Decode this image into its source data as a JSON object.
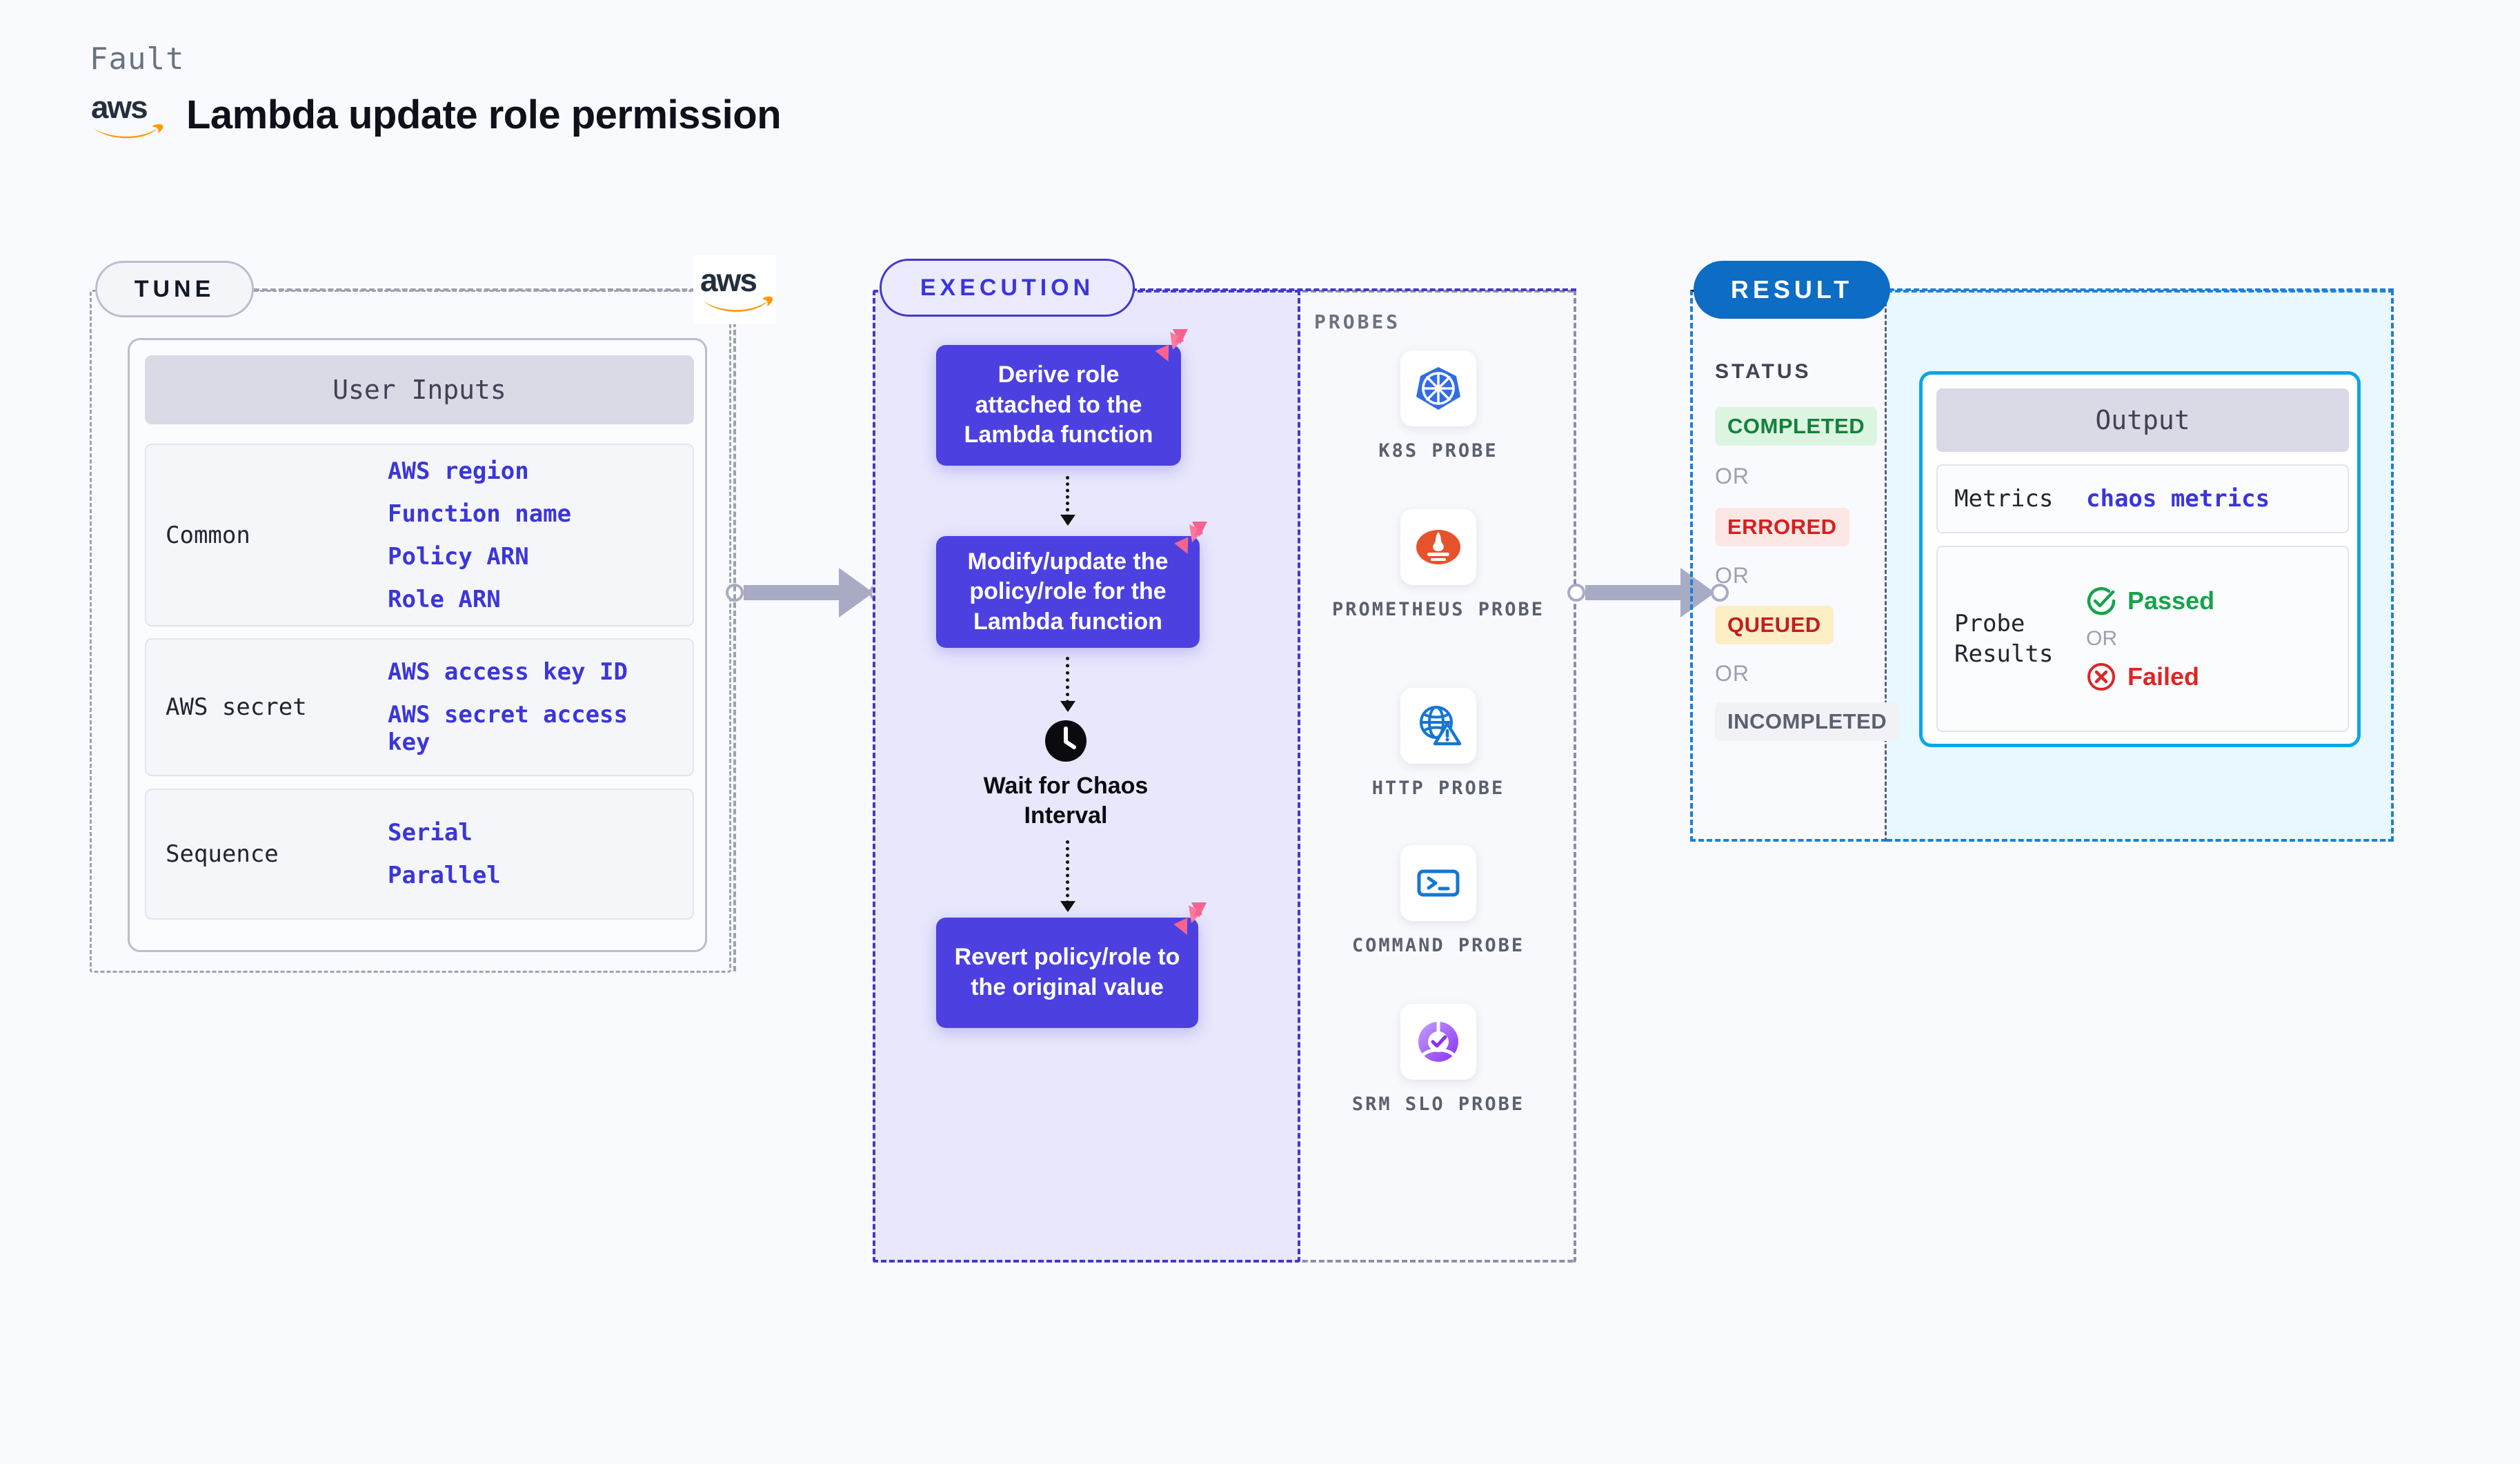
{
  "header": {
    "kicker": "Fault",
    "title": "Lambda update role permission",
    "logo_alt": "aws-logo",
    "aws_wordmark": "aws"
  },
  "tune": {
    "badge": "TUNE",
    "aws_wordmark": "aws",
    "card_title": "User Inputs",
    "groups": [
      {
        "label": "Common",
        "values": [
          "AWS region",
          "Function name",
          "Policy ARN",
          "Role ARN"
        ]
      },
      {
        "label": "AWS secret",
        "values": [
          "AWS access key ID",
          "AWS secret access key"
        ]
      },
      {
        "label": "Sequence",
        "values": [
          "Serial",
          "Parallel"
        ]
      }
    ]
  },
  "execution": {
    "badge": "EXECUTION",
    "steps": [
      {
        "text": "Derive role attached to the Lambda function",
        "icon": "litmus-chaos-icon"
      },
      {
        "text": "Modify/update the policy/role for the Lambda function",
        "icon": "litmus-chaos-icon"
      },
      {
        "text": "Revert policy/role to the original value",
        "icon": "litmus-chaos-icon"
      }
    ],
    "wait": {
      "icon": "clock-icon",
      "label": "Wait for Chaos Interval"
    }
  },
  "probes": {
    "title": "PROBES",
    "items": [
      {
        "name": "K8S PROBE",
        "icon": "kubernetes-icon"
      },
      {
        "name": "PROMETHEUS PROBE",
        "icon": "prometheus-icon"
      },
      {
        "name": "HTTP PROBE",
        "icon": "http-globe-warning-icon"
      },
      {
        "name": "COMMAND PROBE",
        "icon": "terminal-icon"
      },
      {
        "name": "SRM SLO PROBE",
        "icon": "srm-slo-icon"
      }
    ]
  },
  "result": {
    "badge": "RESULT",
    "status_title": "STATUS",
    "or_text": "OR",
    "statuses": [
      {
        "label": "COMPLETED",
        "color": "#15803d",
        "bg": "#dcf5e0"
      },
      {
        "label": "ERRORED",
        "color": "#d61f1f",
        "bg": "#fde7e5"
      },
      {
        "label": "QUEUED",
        "color": "#c31d1d",
        "bg": "#fcefc5"
      },
      {
        "label": "INCOMPLETED",
        "color": "#5b6070",
        "bg": "#f1f2f6"
      }
    ],
    "output": {
      "title": "Output",
      "rows": [
        {
          "label": "Metrics",
          "value": "chaos metrics",
          "type": "mono"
        }
      ],
      "probe_results_label": "Probe Results",
      "passed": "Passed",
      "failed": "Failed",
      "or_text": "OR",
      "passed_color": "#16a34a",
      "failed_color": "#dc2626"
    }
  },
  "colors": {
    "page_bg": "#f9fafe",
    "exec_purple": "#4c41e0",
    "exec_panel_bg": "#e8e7fb",
    "result_cyan": "#0aa6e8",
    "result_badge_blue": "#0d6cc4",
    "litmus_pink": "#f5638f",
    "aws_orange": "#ff9900"
  }
}
